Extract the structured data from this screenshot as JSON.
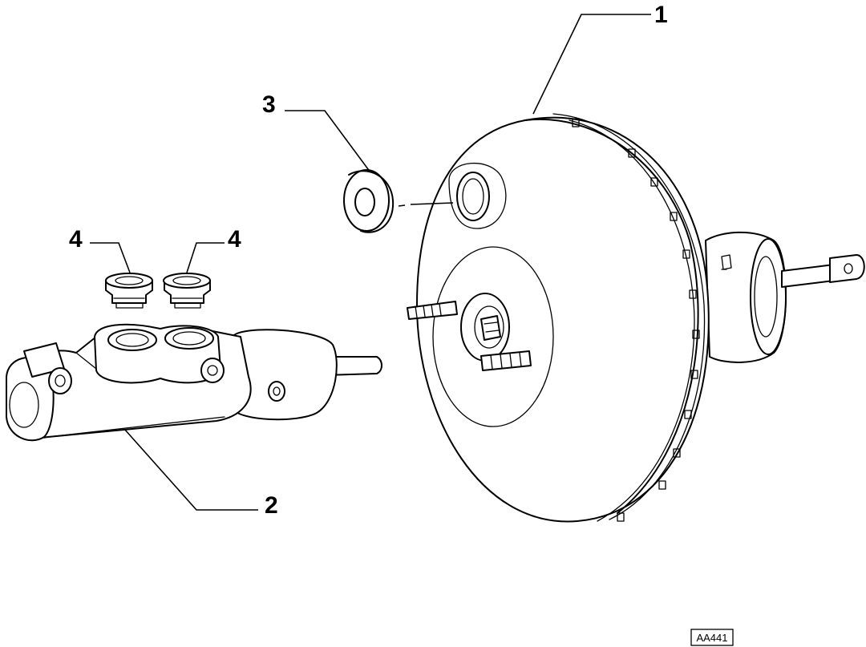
{
  "diagram": {
    "callouts": [
      {
        "id": "c1",
        "label": "1"
      },
      {
        "id": "c2",
        "label": "2"
      },
      {
        "id": "c3",
        "label": "3"
      },
      {
        "id": "c4a",
        "label": "4"
      },
      {
        "id": "c4b",
        "label": "4"
      }
    ],
    "reference_code": "AA441"
  }
}
